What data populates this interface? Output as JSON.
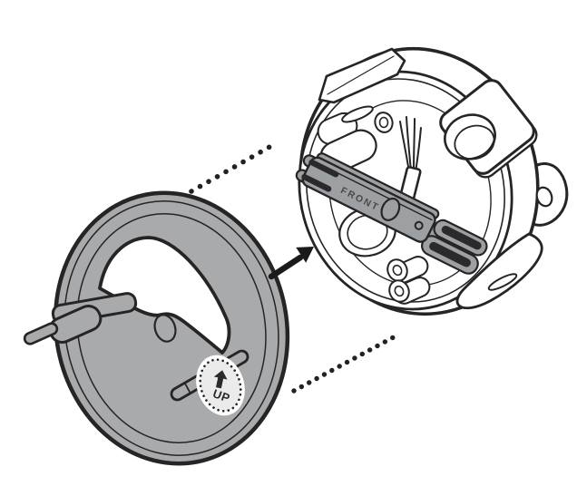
{
  "figure": {
    "labels": {
      "front": "FRONT",
      "up": "UP"
    }
  },
  "icons": {
    "up_arrow": "up-arrow-icon",
    "direction_arrow": "right-direction-arrow"
  },
  "colors": {
    "outline": "#262425",
    "plate_gray": "#a8aaac",
    "bracket_gray": "#9da0a3",
    "badge_fill": "#ebebec",
    "slot_dark": "#2b292b",
    "text_dark": "#48484a",
    "dot_color": "#242122",
    "arrow_color": "#1b191a",
    "background": "#ffffff"
  }
}
